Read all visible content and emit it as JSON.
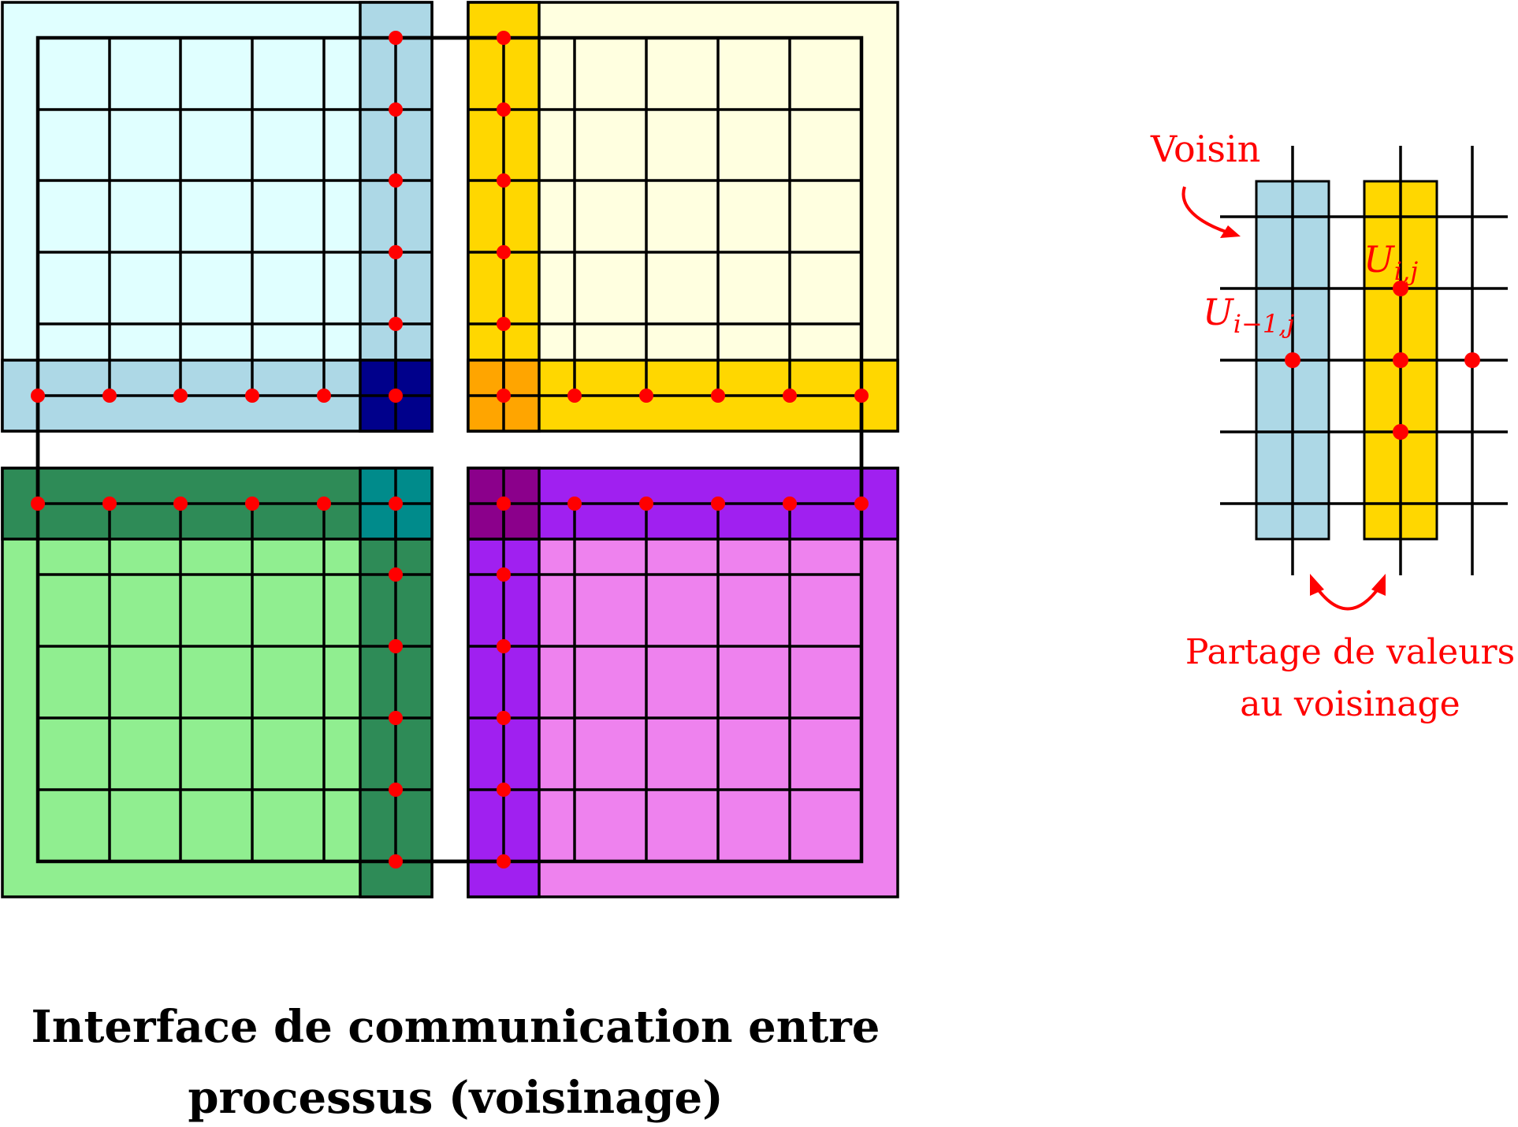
{
  "caption": {
    "line1": "Interface de communication entre",
    "line2": "processus (voisinage)"
  },
  "inset": {
    "neighbor_label": "Voisin",
    "u_ij_base": "U",
    "u_ij_sub": "i,j",
    "u_im1j_base": "U",
    "u_im1j_sub": "i−1,j",
    "sharing_line1": "Partage de valeurs",
    "sharing_line2": "au voisinage"
  },
  "colors": {
    "tl_interior": "#E0FFFF",
    "tl_border": "#ADD8E6",
    "tl_corner": "#00008B",
    "tr_interior": "#FFFFE0",
    "tr_border": "#FFD700",
    "tr_corner": "#FFA500",
    "bl_interior": "#90EE90",
    "bl_border": "#2E8B57",
    "bl_corner": "#008B8B",
    "br_interior": "#EE82EE",
    "br_border": "#A020F0",
    "br_corner": "#8B008B",
    "node": "#FF0000",
    "line": "#000000"
  }
}
